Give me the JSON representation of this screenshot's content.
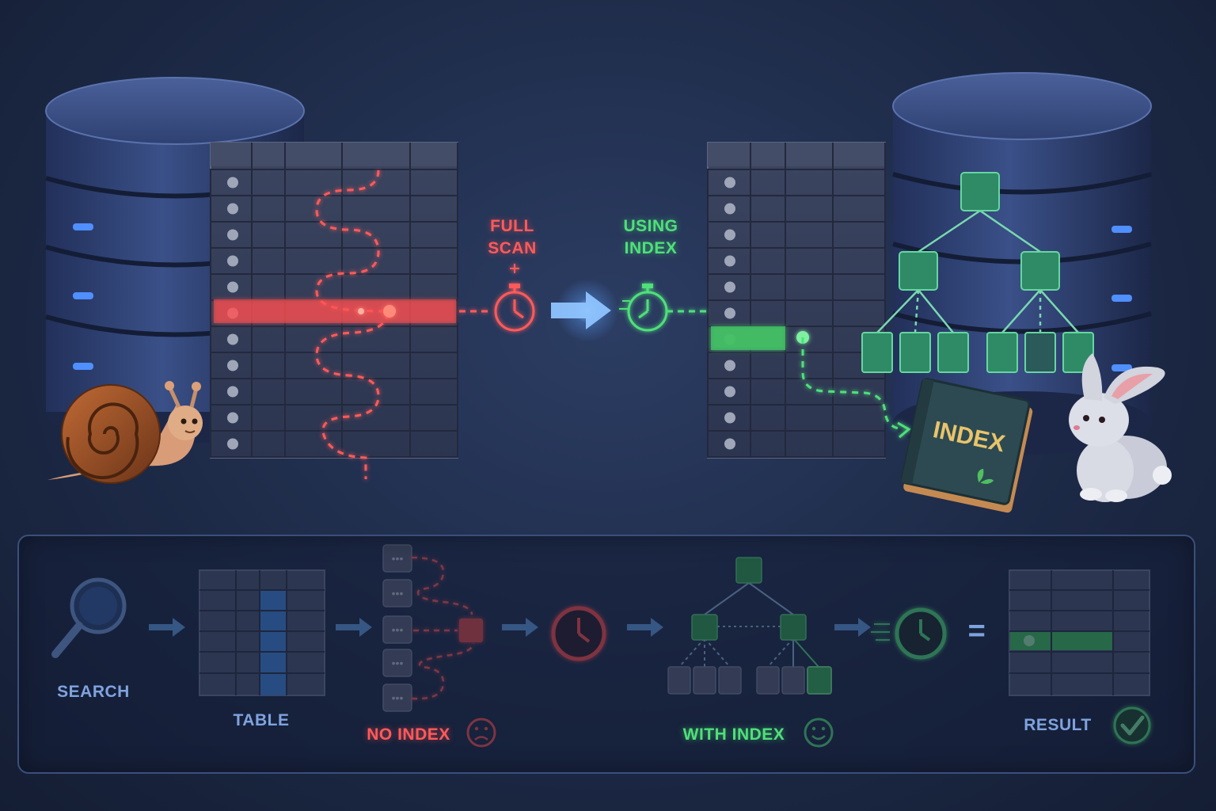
{
  "top": {
    "full_scan_label_1": "FULL",
    "full_scan_label_2": "SCAN",
    "using_index_label_1": "USING",
    "using_index_label_2": "INDEX",
    "book_label": "INDEX"
  },
  "flow": {
    "search_label": "SEARCH",
    "table_label": "TABLE",
    "no_index_label": "NO INDEX",
    "with_index_label": "WITH INDEX",
    "equals": "=",
    "result_label": "RESULT"
  },
  "colors": {
    "slow": "#ff5a5a",
    "fast": "#4fe07a",
    "accent": "#4a8fe0",
    "db_body": "#2f4270",
    "grid": "#4a5570"
  },
  "icons": [
    "database-icon",
    "snail-icon",
    "rabbit-icon",
    "stopwatch-icon",
    "index-book-icon",
    "magnifier-icon",
    "clock-icon",
    "sad-face-icon",
    "smiley-icon",
    "checkmark-icon",
    "tree-icon"
  ]
}
